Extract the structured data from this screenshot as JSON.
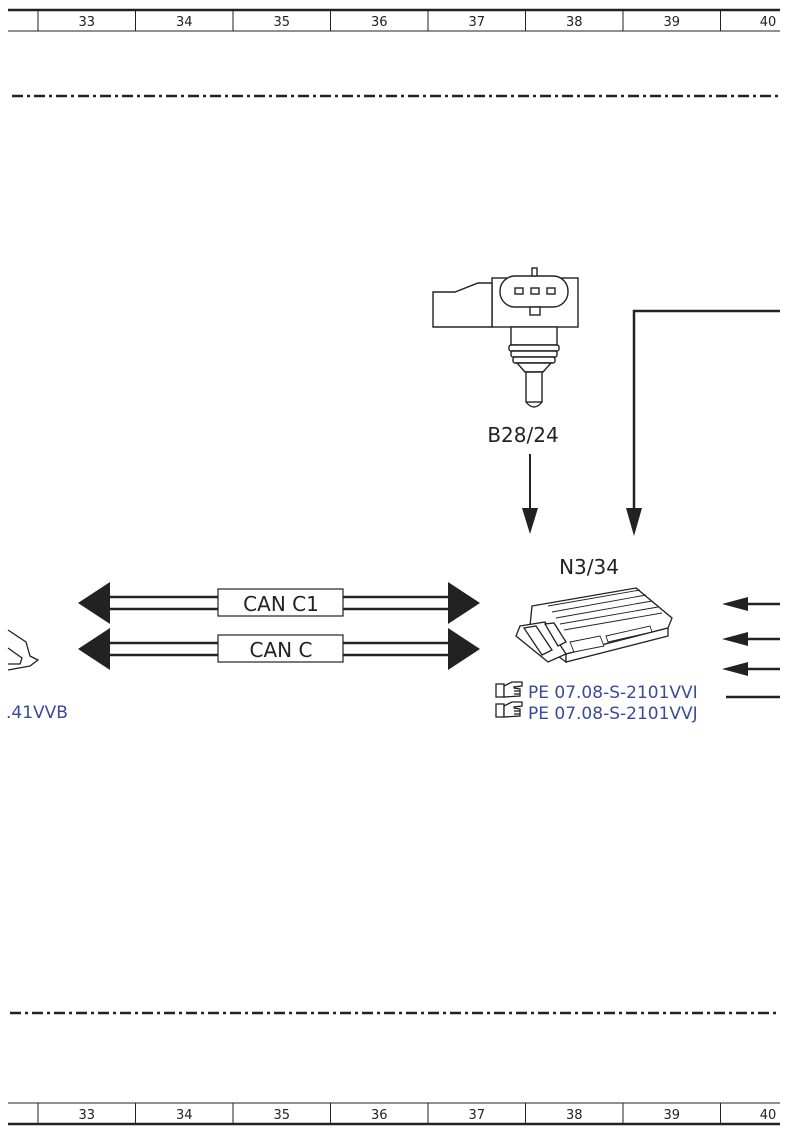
{
  "grid": {
    "columns": [
      "33",
      "34",
      "35",
      "36",
      "37",
      "38",
      "39",
      "40"
    ]
  },
  "components": {
    "sensor_label": "B28/24",
    "control_unit_label": "N3/34",
    "bus_upper_label": "CAN C1",
    "bus_lower_label": "CAN C",
    "left_reference": ".41VVB",
    "references": [
      "PE 07.08-S-2101VVI",
      "PE 07.08-S-2101VVJ"
    ]
  },
  "colors": {
    "line": "#222222",
    "reference_link": "#3a4a9a",
    "background": "#ffffff"
  },
  "icons": {
    "reference": "pointing-hand-icon"
  }
}
